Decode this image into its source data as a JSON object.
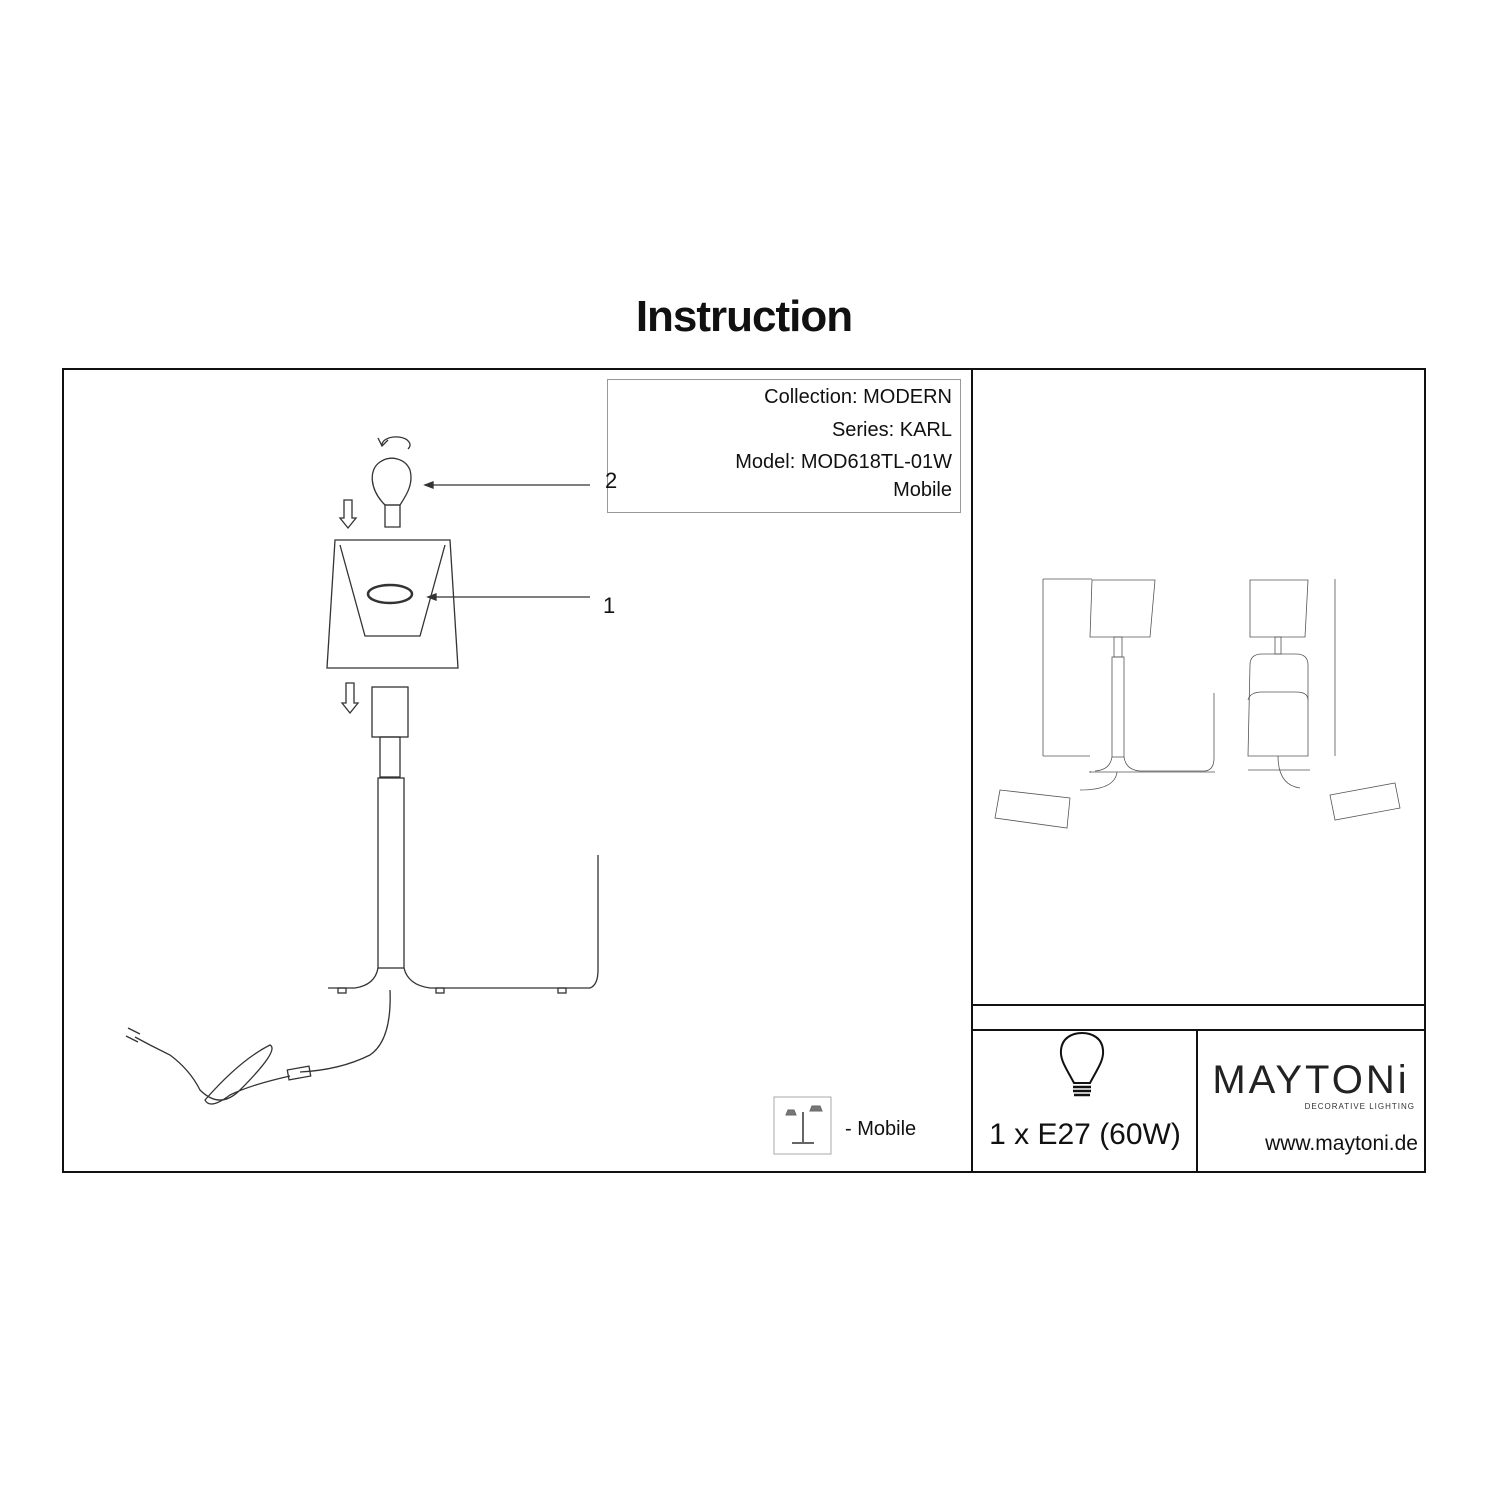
{
  "title": "Instruction",
  "info": {
    "collection": "Collection: MODERN",
    "series": "Series: KARL",
    "model": "Model: MOD618TL-01W",
    "type": "Mobile"
  },
  "callouts": [
    "1",
    "2"
  ],
  "legend": {
    "icon": "table-lamp-icon",
    "label": "- Mobile"
  },
  "bulb": {
    "icon": "light-bulb-icon",
    "spec": "1 x E27 (60W)"
  },
  "brand": {
    "name": "MAYTONi",
    "tagline": "DECORATIVE LIGHTING",
    "url": "www.maytoni.de"
  }
}
